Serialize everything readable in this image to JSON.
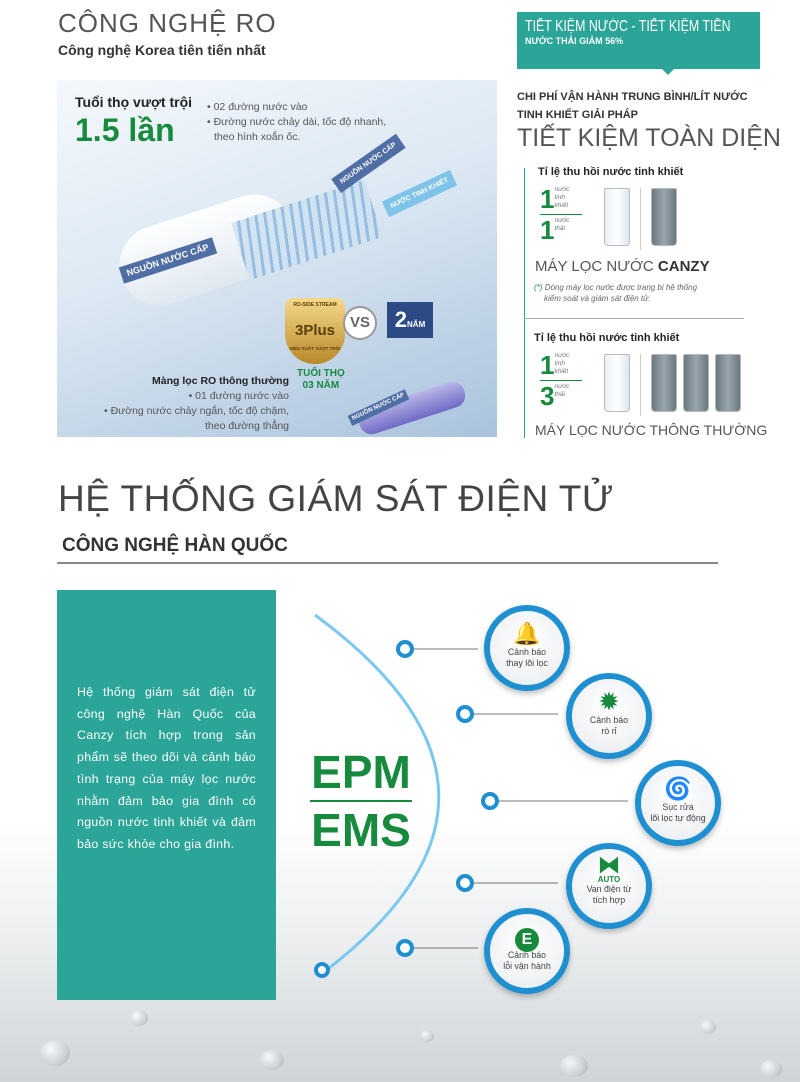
{
  "ro_section": {
    "title": "CÔNG NGHỆ RO",
    "subtitle": "Công nghệ Korea tiên tiến nhất",
    "panel": {
      "lifespan_label": "Tuổi thọ vượt trội",
      "lifespan_value": "1.5 lần",
      "bullets_top": [
        "• 02 đường nước vào",
        "• Đường nước chảy dài, tốc độ nhanh,",
        "theo hình xoắn ốc."
      ],
      "tag_source": "NGUỒN NƯỚC CẤP",
      "tag_source_small": "NGUỒN NƯỚC CẤP",
      "tag_pure": "NƯỚC TINH KHIẾT",
      "badge_top": "RO-SIDE STREAM",
      "badge_main": "3Plus",
      "badge_bottom": "HIỆU SUẤT VƯỢT TRỘI",
      "vs": "VS",
      "compare_value": "2",
      "compare_unit": "NĂM",
      "life_line1": "TUỔI THỌ",
      "life_line2": "03 NĂM",
      "normal_title": "Màng lọc RO thông thường",
      "bullets_bottom": [
        "• 01 đường nước vào",
        "• Đường nước chảy ngắn, tốc độ chậm,",
        "theo đường thẳng"
      ],
      "tag_source_normal": "NGUỒN NƯỚC CẤP"
    }
  },
  "saving_section": {
    "banner_title": "TIẾT KIỆM NƯỚC - TIẾT KIỆM TIỀN",
    "banner_sub": "NƯỚC THẢI GIẢM 56%",
    "cost_line1": "CHI PHÍ VẬN HÀNH TRUNG BÌNH/LÍT NƯỚC",
    "cost_line2": "TINH KHIẾT GIẢI PHÁP",
    "headline": "TIẾT KIỆM TOÀN DIỆN",
    "canzy": {
      "label": "Tỉ lệ thu hồi nước tinh khiết",
      "pure": "1",
      "pure_label": "nước tinh khiết",
      "waste": "1",
      "waste_label": "nước thải",
      "name_prefix": "MÁY LỌC NƯỚC ",
      "name_brand": "CANZY",
      "note_mark": "(*)",
      "note_line1": "Dòng máy lọc nước được trang bị hệ thống",
      "note_line2": "kiểm soát và giám sát điện tử."
    },
    "normal": {
      "label": "Tỉ lệ thu hồi nước tinh khiết",
      "pure": "1",
      "pure_label": "nước tinh khiết",
      "waste": "3",
      "waste_label": "nước thải",
      "name": "MÁY LỌC NƯỚC THÔNG THƯỜNG"
    }
  },
  "monitor_section": {
    "title": "HỆ THỐNG GIÁM SÁT ĐIỆN TỬ",
    "subtitle": "CÔNG NGHỆ HÀN QUỐC",
    "description": "Hệ thống giám sát điện tử công nghệ Hàn Quốc của Canzy tích hợp trong sản phẩm sẽ theo dõi và cảnh báo tình trạng của máy lọc nước nhằm đảm bảo gia đình có nguồn nước tinh khiết và đảm bảo sức khỏe cho gia đình.",
    "logo_top": "EPM",
    "logo_bottom": "EMS",
    "features": [
      {
        "icon": "bell-icon",
        "line1": "Cảnh báo",
        "line2": "thay lõi lọc"
      },
      {
        "icon": "leak-icon",
        "line1": "Cảnh báo",
        "line2": "rò rỉ"
      },
      {
        "icon": "swirl-icon",
        "line1": "Sục rửa",
        "line2": "lõi lọc tự động"
      },
      {
        "icon": "valve-icon",
        "badge": "AUTO",
        "line1": "Van điện từ",
        "line2": "tích hợp"
      },
      {
        "icon": "error-icon",
        "badge": "E",
        "line1": "Cảnh báo",
        "line2": "lỗi vận hành"
      }
    ]
  },
  "colors": {
    "teal": "#2aa597",
    "green": "#178a3e",
    "blue": "#1e8fd0"
  }
}
